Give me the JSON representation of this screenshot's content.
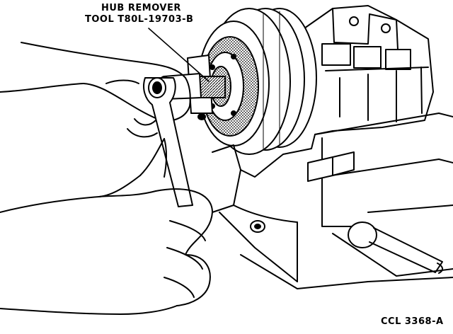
{
  "callout": {
    "line1": "HUB REMOVER",
    "line2": "TOOL T80L-19703-B"
  },
  "figure_id": "CCL 3368-A",
  "colors": {
    "ink": "#000000",
    "paper": "#ffffff"
  }
}
